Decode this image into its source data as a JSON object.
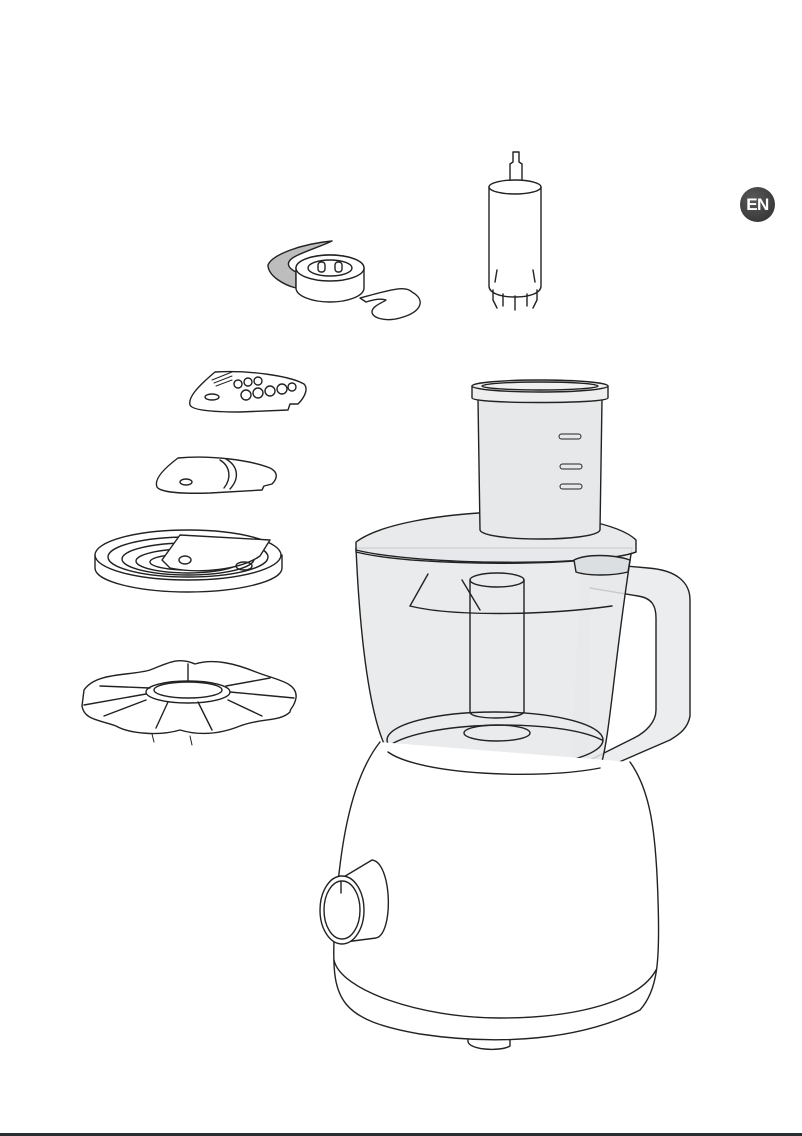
{
  "page": {
    "language_badge": "EN",
    "description": "Food processor with accessories illustration"
  },
  "illustration": {
    "parts": [
      {
        "id": "kneading-tool",
        "label": "Kneading tool"
      },
      {
        "id": "drive-shaft",
        "label": "Drive shaft"
      },
      {
        "id": "grating-insert",
        "label": "Grating insert"
      },
      {
        "id": "slicing-insert",
        "label": "Slicing insert"
      },
      {
        "id": "disc-holder",
        "label": "Disc holder"
      },
      {
        "id": "splash-guard",
        "label": "Splash guard"
      },
      {
        "id": "food-pusher",
        "label": "Food pusher"
      },
      {
        "id": "bowl-with-lid",
        "label": "Bowl with lid"
      },
      {
        "id": "motor-base",
        "label": "Motor base"
      },
      {
        "id": "speed-knob",
        "label": "Speed knob"
      }
    ]
  },
  "colors": {
    "badge_bg": "#444444",
    "line": "#222222",
    "transparent_plastic": "#e6e8ea",
    "bottom_bar": "#2a2e33"
  }
}
